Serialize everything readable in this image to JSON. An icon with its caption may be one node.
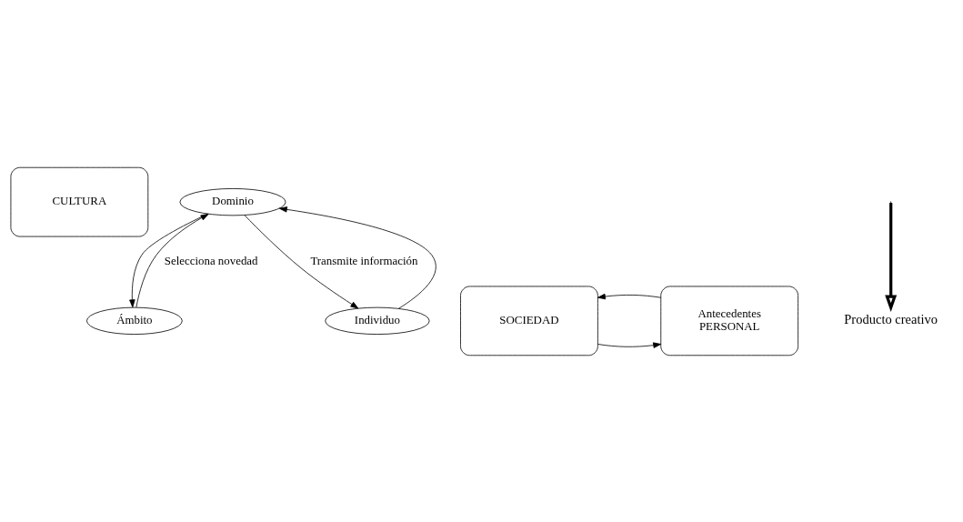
{
  "diagram": {
    "nodes": [
      {
        "text": [
          "CULTURA"
        ]
      },
      {
        "text": [
          "Dominio"
        ]
      },
      {
        "text": [
          "SOCIEDAD"
        ]
      },
      {
        "text": [
          "Ámbito"
        ]
      },
      {
        "text": [
          "Antecedentes",
          "PERSONAL"
        ]
      },
      {
        "text": [
          "Individuo"
        ]
      },
      {
        "text": [
          "Producto creativo"
        ]
      }
    ],
    "edges": [
      {
        "from": 3,
        "to": 1,
        "arrow": "to",
        "label": "Selecciona novedad"
      },
      {
        "from": 1,
        "to": 3,
        "arrow": "to"
      },
      {
        "from": 1,
        "to": 5,
        "arrow": "to",
        "label": "Transmite información"
      },
      {
        "from": 5,
        "to": 1,
        "arrow": "to"
      },
      {
        "from": 2,
        "to": 4,
        "arrow": "to"
      },
      {
        "from": 4,
        "to": 2,
        "arrow": "to"
      },
      {
        "from": null,
        "to": 6,
        "arrow": "to",
        "style": "thick"
      }
    ]
  }
}
